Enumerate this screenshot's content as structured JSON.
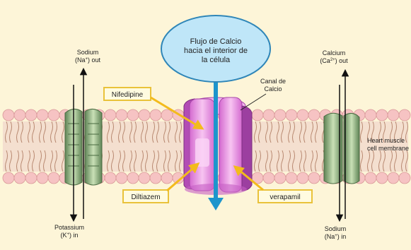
{
  "colors": {
    "background": "#fdf5d8",
    "membrane_head": "#f6c3c3",
    "membrane_head_stroke": "#d89898",
    "lipid_tail": "#b7876f",
    "channel_pink": "#e67fe0",
    "channel_light": "#f8c9f2",
    "channel_dark": "#a646a8",
    "channel_green": "#789e6e",
    "arrow_blue": "#1d95cc",
    "bubble_fill": "#bfe6f8",
    "bubble_stroke": "#2f86b8",
    "label_box_stroke": "#e9c23a",
    "label_box_fill": "#fffbe0",
    "pointer_yellow": "#f3bb1c"
  },
  "bubble": {
    "line1": "Flujo de Calcio",
    "line2": "hacia el interior de",
    "line3": "la célula"
  },
  "labels": {
    "sodium_out": {
      "line1": "Sodium",
      "line2_base": "(Na",
      "line2_sup": "+",
      "line2_end": ") out"
    },
    "potassium_in": {
      "line1": "Potassium",
      "line2_base": "(K",
      "line2_sup": "+",
      "line2_end": ") in"
    },
    "calcium_out": {
      "line1": "Calcium",
      "line2_base": "(Ca",
      "line2_sup": "2+",
      "line2_end": ") out"
    },
    "sodium_in": {
      "line1": "Sodium",
      "line2_base": "(Na",
      "line2_sup": "+",
      "line2_end": ") in"
    },
    "canal": {
      "line1": "Canal de",
      "line2": "Calcio"
    },
    "membrane": {
      "line1": "Heart muscle",
      "line2": "cell membrane"
    },
    "nifedipine": "Nifedipine",
    "diltiazem": "Diltiazem",
    "verapamil": "verapamil"
  },
  "icons": {
    "sodium_potassium_channel": "ion-channel-icon",
    "calcium_channel": "calcium-channel-icon",
    "sodium_calcium_channel": "ion-channel-icon"
  }
}
